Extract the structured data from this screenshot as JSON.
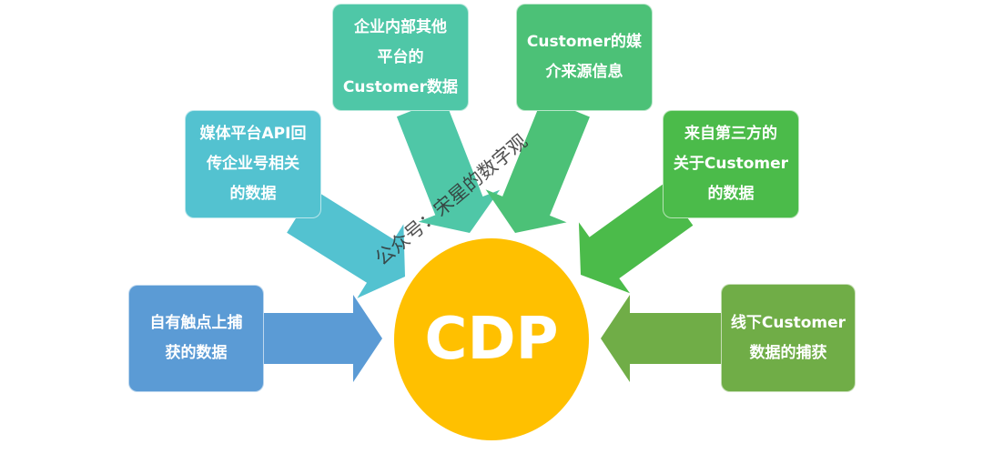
{
  "center": {
    "label": "CDP",
    "color": "#ffc000"
  },
  "sources": [
    {
      "id": "own-touchpoints",
      "lines": [
        "自有触点上捕",
        "获的数据"
      ],
      "color": "#5b9bd5"
    },
    {
      "id": "media-api",
      "lines": [
        "媒体平台API回",
        "传企业号相关",
        "的数据"
      ],
      "color": "#53c2d0"
    },
    {
      "id": "internal-platforms",
      "lines": [
        "企业内部其他",
        "平台的",
        "Customer数据"
      ],
      "color": "#4fc7a7"
    },
    {
      "id": "media-source",
      "lines": [
        "Customer的媒",
        "介来源信息"
      ],
      "color": "#4cc177"
    },
    {
      "id": "third-party",
      "lines": [
        "来自第三方的",
        "关于Customer",
        "的数据"
      ],
      "color": "#4bbb4a"
    },
    {
      "id": "offline",
      "lines": [
        "线下Customer",
        "数据的捕获"
      ],
      "color": "#70ad47"
    }
  ],
  "watermark": "公众号：宋星的数字观"
}
